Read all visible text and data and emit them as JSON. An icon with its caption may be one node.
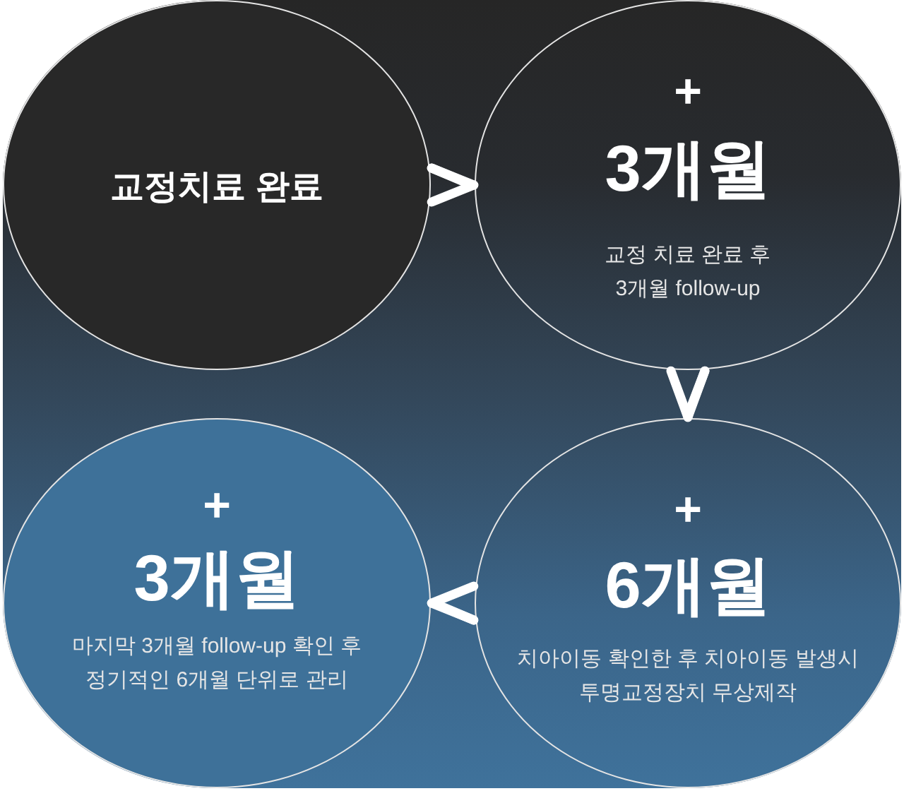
{
  "diagram": {
    "nodes": [
      {
        "text": [
          "교정치료 완료"
        ]
      },
      {
        "text": [
          "+",
          "3개월",
          "교정 치료 완료 후 3개월 follow-up"
        ]
      },
      {
        "text": [
          "+",
          "3개월",
          "마지막 3개월 follow-up 확인 후 정기적인 6개월 단위로 관리"
        ]
      },
      {
        "text": [
          "+",
          "6개월",
          "치아이동 확인한 후 치아이동 발생시 투명교정장치 무상제작"
        ]
      }
    ],
    "edges": [
      {
        "from": 0,
        "to": 1,
        "arrow": "to"
      },
      {
        "from": 1,
        "to": 3,
        "arrow": "to"
      },
      {
        "from": 3,
        "to": 2,
        "arrow": "to"
      }
    ]
  }
}
